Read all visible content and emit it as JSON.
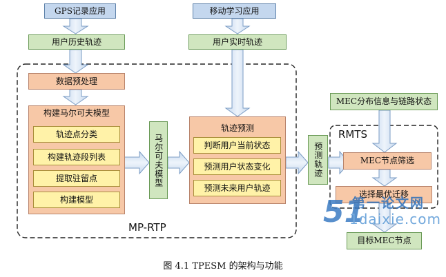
{
  "boxes": {
    "gps_app": "GPS记录应用",
    "mobile_learning_app": "移动学习应用",
    "user_history_trajectory": "用户历史轨迹",
    "user_realtime_trajectory": "用户实时轨迹",
    "data_preprocessing": "数据预处理",
    "build_markov_model": "构建马尔可夫模型",
    "trajectory_point_classification": "轨迹点分类",
    "build_trajectory_sequence": "构建轨迹段列表",
    "extract_stay_points": "提取驻留点",
    "build_model": "构建模型",
    "markov_model": "马尔可夫模型",
    "trajectory_prediction": "轨迹预测",
    "judge_current_state": "判断用户当前状态",
    "predict_state_change": "预测用户状态变化",
    "predict_future_trajectory": "预测未来用户轨迹",
    "predicted_trajectory": "预测轨迹",
    "mec_distribution_info": "MEC分布信息与链路状态",
    "mec_node_filter": "MEC节点筛选",
    "select_optimal_migration": "选择最优迁移",
    "target_mec_node": "目标MEC节点"
  },
  "regions": {
    "mp_rtp": "MP-RTP",
    "rmts": "RMTS"
  },
  "caption": "图 4.1 TPESM 的架构与功能",
  "watermark": {
    "logo": "51",
    "line1": "第一论文网",
    "line2": "1daixie.com"
  },
  "colors": {
    "blue_box": "#c4d7ee",
    "green_box": "#d0e6bf",
    "salmon_box": "#f7c8a7",
    "yellow_box": "#fff2a8",
    "arrow_fill": "#dce8f5",
    "arrow_stroke": "#7b9cc4"
  }
}
